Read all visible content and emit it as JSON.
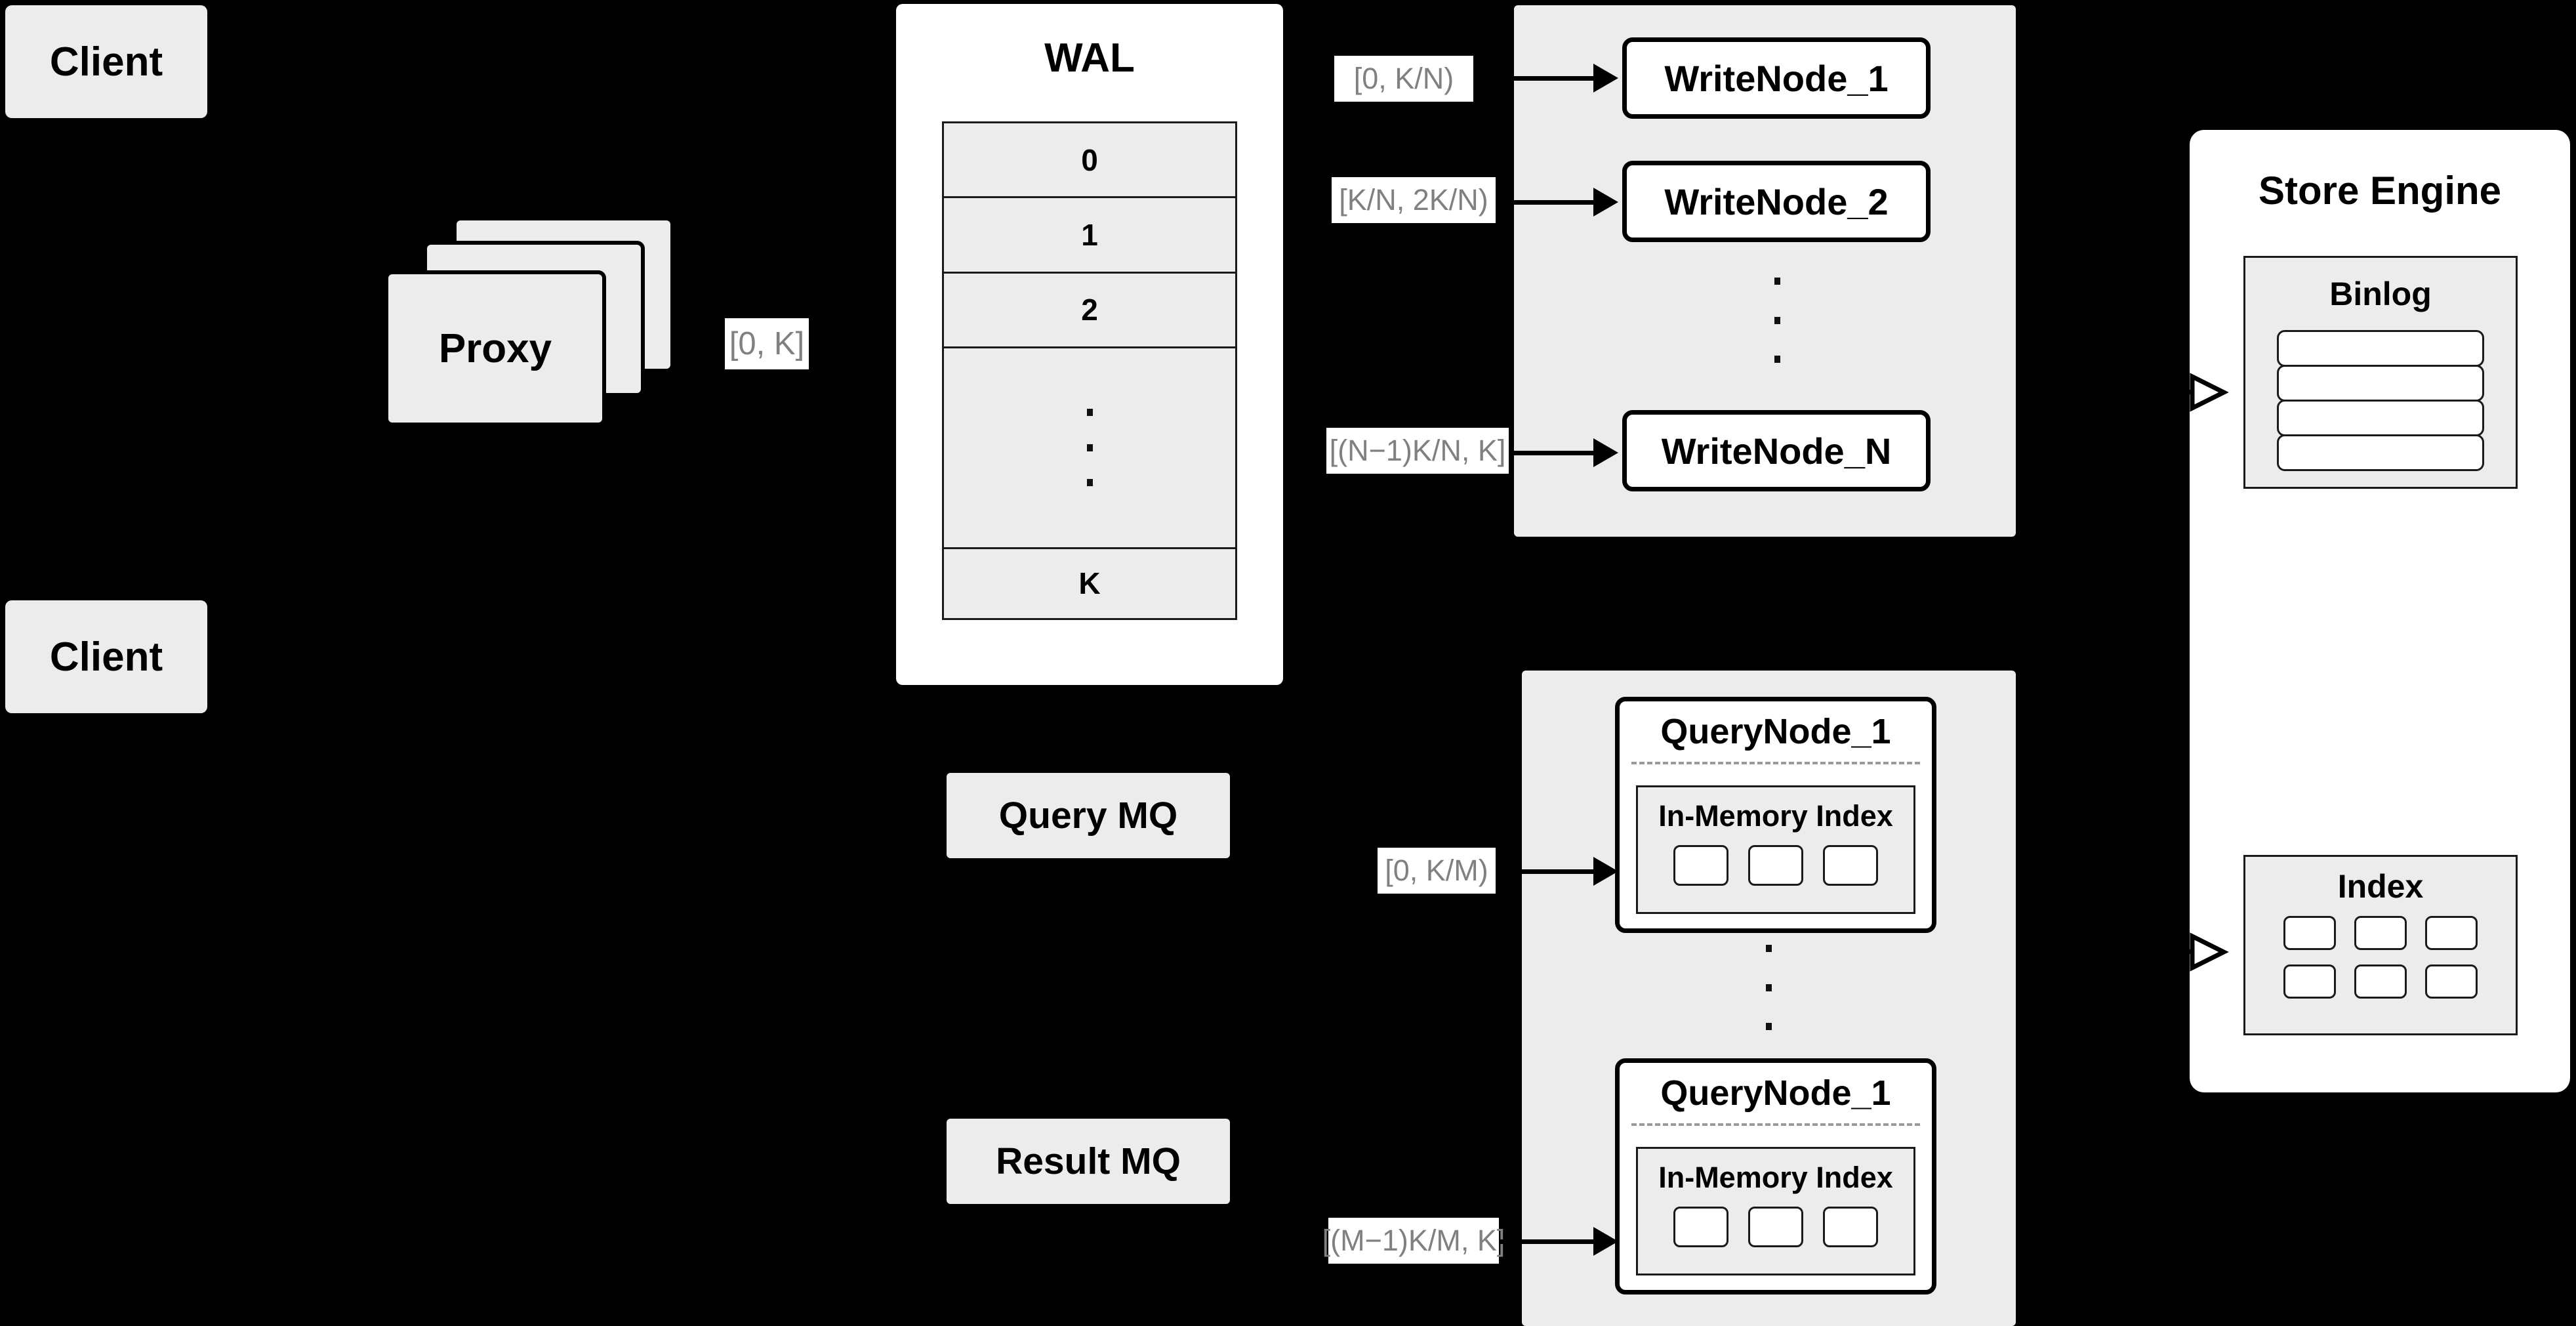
{
  "diagram": {
    "background_color": "#000000",
    "node_fill": "#ececec",
    "panel_fill": "#ffffff",
    "label_text_color": "#808080",
    "stroke_color": "#000000"
  },
  "clients": [
    {
      "label": "Client"
    },
    {
      "label": "Client"
    }
  ],
  "proxy": {
    "label": "Proxy",
    "stack_count": 3,
    "out_label": "[0, K]"
  },
  "wal": {
    "title": "WAL",
    "rows": [
      "0",
      "1",
      "2",
      "⋮",
      "K"
    ],
    "ellipsis_row_index": 3
  },
  "write_cluster": {
    "nodes": [
      {
        "label": "WriteNode_1",
        "range": "[0,  K/N)"
      },
      {
        "label": "WriteNode_2",
        "range": "[K/N, 2K/N)"
      },
      {
        "label": "WriteNode_N",
        "range": "[(N−1)K/N,  K]"
      }
    ],
    "ellipsis": "⋮"
  },
  "query_cluster": {
    "nodes": [
      {
        "label": "QueryNode_1",
        "range": "[0, K/M)",
        "index": {
          "label": "In-Memory Index",
          "slot_count": 3
        }
      },
      {
        "label": "QueryNode_1",
        "range": "[(M−1)K/M, K]",
        "index": {
          "label": "In-Memory Index",
          "slot_count": 3
        }
      }
    ],
    "ellipsis": "⋮"
  },
  "message_queues": [
    {
      "label": "Query MQ"
    },
    {
      "label": "Result MQ"
    }
  ],
  "store_engine": {
    "title": "Store Engine",
    "binlog": {
      "title": "Binlog",
      "row_count": 4
    },
    "index": {
      "title": "Index",
      "slot_rows": 2,
      "slot_cols": 3
    }
  }
}
